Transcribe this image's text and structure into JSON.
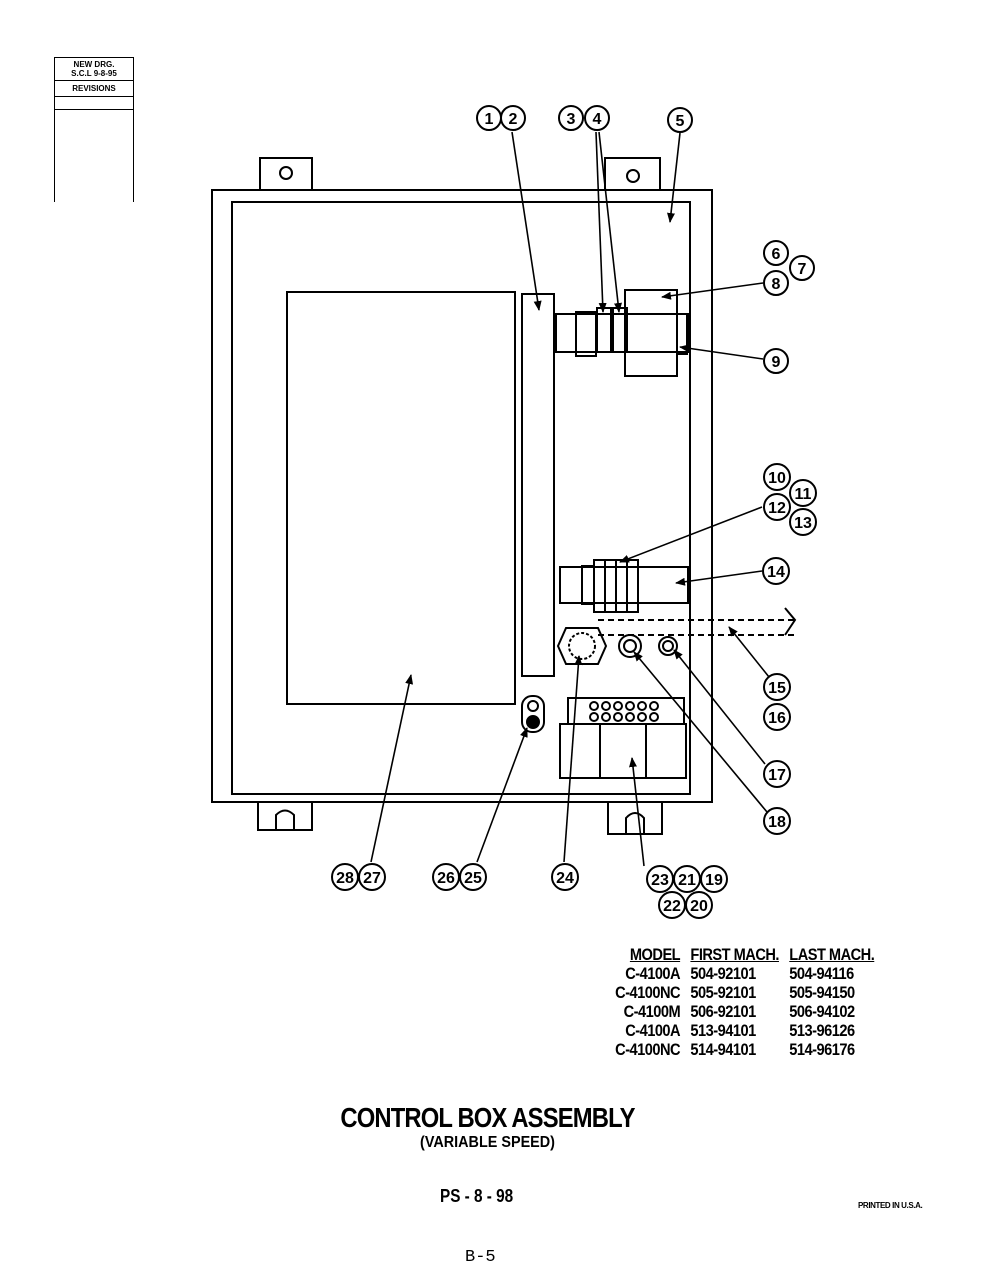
{
  "revisions": {
    "new_drawing": "NEW DRG.",
    "scale_date": "S.C.L 9-8-95",
    "header": "REVISIONS"
  },
  "callouts": {
    "c1": "1",
    "c2": "2",
    "c3": "3",
    "c4": "4",
    "c5": "5",
    "c6": "6",
    "c7": "7",
    "c8": "8",
    "c9": "9",
    "c10": "10",
    "c11": "11",
    "c12": "12",
    "c13": "13",
    "c14": "14",
    "c15": "15",
    "c16": "16",
    "c17": "17",
    "c18": "18",
    "c19": "19",
    "c20": "20",
    "c21": "21",
    "c22": "22",
    "c23": "23",
    "c24": "24",
    "c25": "25",
    "c26": "26",
    "c27": "27",
    "c28": "28"
  },
  "model_table": {
    "headers": [
      "MODEL",
      "FIRST MACH.",
      "LAST MACH."
    ],
    "rows": [
      [
        "C-4100A",
        "504-92101",
        "504-94116"
      ],
      [
        "C-4100NC",
        "505-92101",
        "505-94150"
      ],
      [
        "C-4100M",
        "506-92101",
        "506-94102"
      ],
      [
        "C-4100A",
        "513-94101",
        "513-96126"
      ],
      [
        "C-4100NC",
        "514-94101",
        "514-96176"
      ]
    ]
  },
  "title": "CONTROL BOX ASSEMBLY",
  "subtitle": "(VARIABLE SPEED)",
  "document_code": "PS - 8 - 98",
  "printed_note": "PRINTED IN U.S.A.",
  "page_number": "B-5"
}
